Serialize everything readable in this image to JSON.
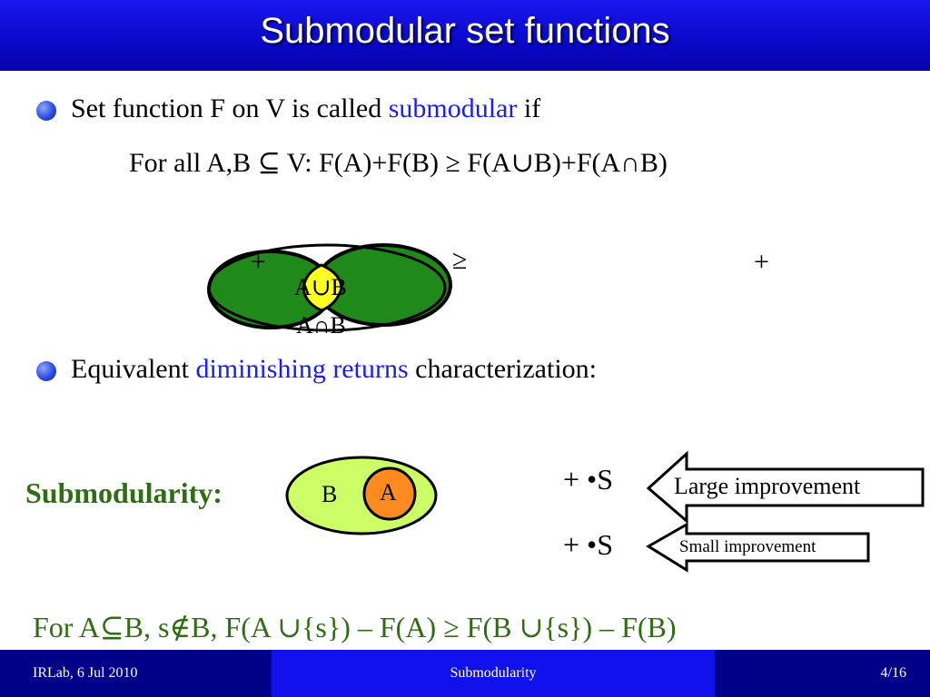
{
  "slide": {
    "title": "Submodular set functions"
  },
  "bullet1": {
    "text_before": "Set function F on V is called ",
    "highlight": "submodular",
    "text_after": " if"
  },
  "definition": "For all A,B ⊆ V: F(A)+F(B) ≥ F(A∪B)+F(A∩B)",
  "venn": {
    "plus1": "+",
    "geq": "≥",
    "plus2": "+",
    "inner_label": "A∪B",
    "outer_label": "A∩B"
  },
  "bullet2": {
    "text_before": "Equivalent ",
    "highlight": "diminishing returns",
    "text_after": " characterization:"
  },
  "submodularity": {
    "label": "Submodularity:",
    "set_b": "B",
    "set_a": "A",
    "plus_s_1": "+ •S",
    "plus_s_2": "+ •S",
    "large": "Large improvement",
    "small": "Small improvement"
  },
  "condition": "For A⊆B, s∉B, F(A ∪{s}) – F(A) ≥ F(B ∪{s}) – F(B)",
  "footer": {
    "left": "IRLab, 6 Jul 2010",
    "center": "Submodularity",
    "right": "4/16"
  },
  "colors": {
    "title_bg": "#0a08c8",
    "venn_green": "#1f8a1a",
    "venn_yellow": "#ffff22",
    "set_b_fill": "#ccff66",
    "set_a_fill": "#ff8a1f",
    "highlight_blue": "#1a1aff",
    "footer_dark": "#000088",
    "footer_bright": "#1111ee"
  }
}
